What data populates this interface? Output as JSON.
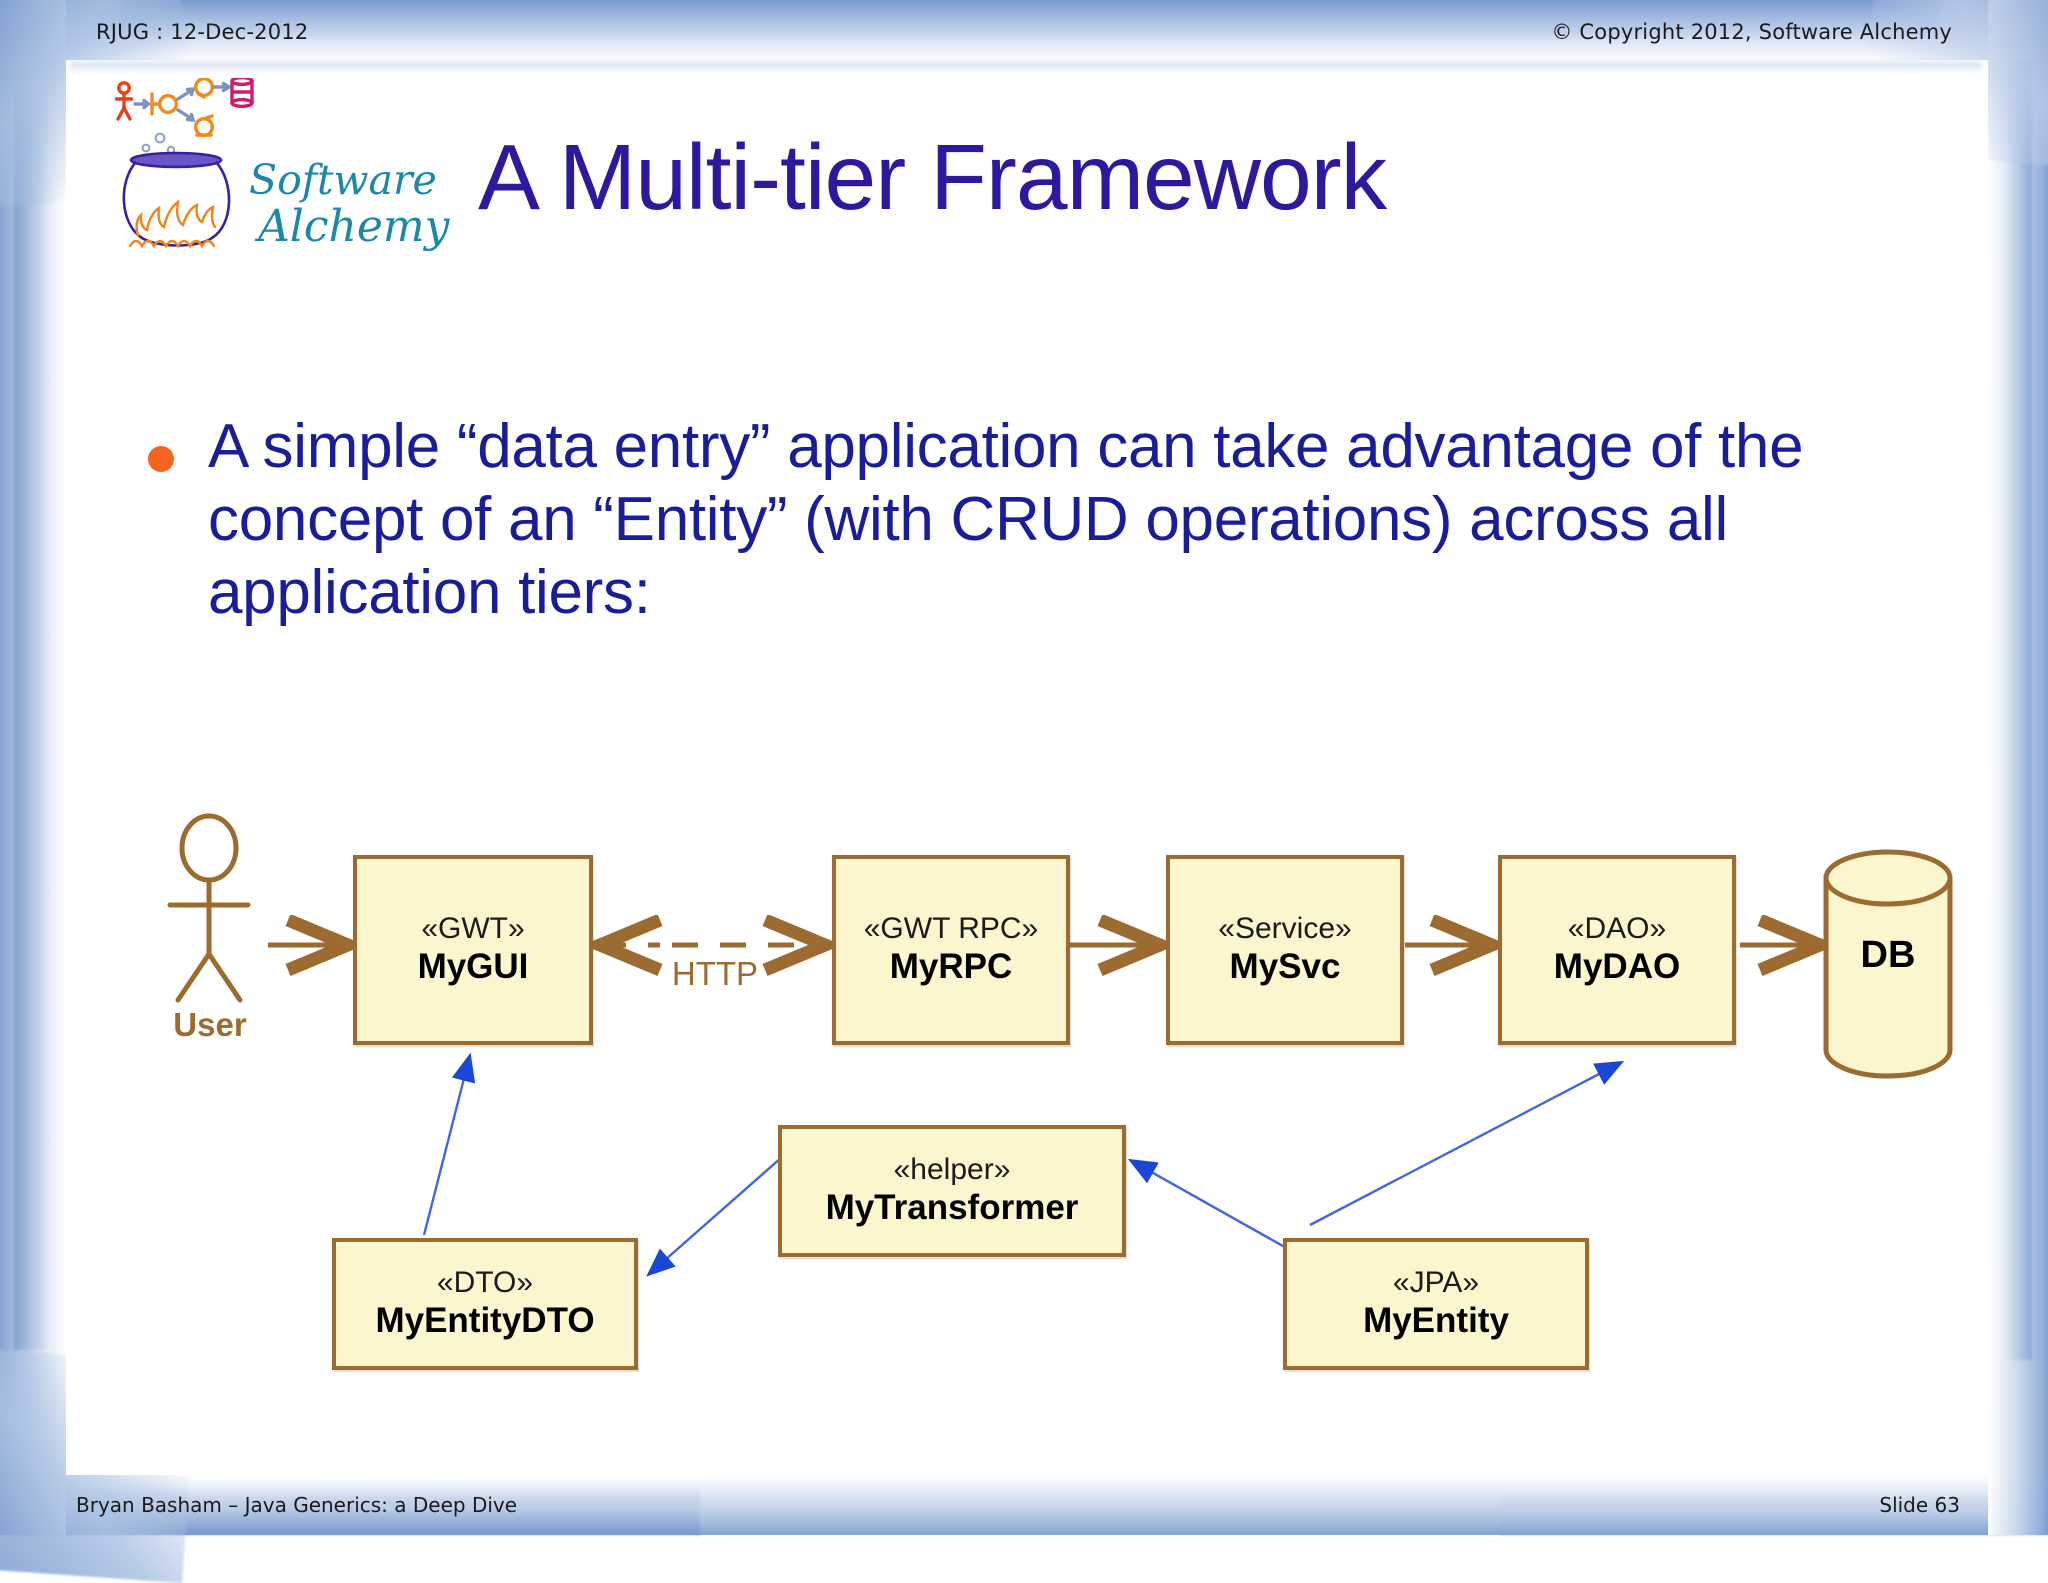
{
  "header": {
    "left": "RJUG : 12-Dec-2012",
    "right": "© Copyright 2012, Software Alchemy"
  },
  "logo": {
    "word_top": "Software",
    "word_bottom": "Alchemy",
    "alt": "software-alchemy-cauldron-logo"
  },
  "title": "A Multi-tier Framework",
  "body": {
    "bullet": "A simple “data entry” application can take advantage of the concept of an “Entity” (with CRUD operations) across all application tiers:"
  },
  "diagram": {
    "actor_label": "User",
    "http_label": "HTTP",
    "db_label": "DB",
    "nodes": [
      {
        "id": "mygui",
        "stereotype": "«GWT»",
        "name": "MyGUI"
      },
      {
        "id": "myrpc",
        "stereotype": "«GWT RPC»",
        "name": "MyRPC"
      },
      {
        "id": "mysvc",
        "stereotype": "«Service»",
        "name": "MySvc"
      },
      {
        "id": "mydao",
        "stereotype": "«DAO»",
        "name": "MyDAO"
      },
      {
        "id": "mytransformer",
        "stereotype": "«helper»",
        "name": "MyTransformer"
      },
      {
        "id": "myentitydto",
        "stereotype": "«DTO»",
        "name": "MyEntityDTO"
      },
      {
        "id": "myentity",
        "stereotype": "«JPA»",
        "name": "MyEntity"
      }
    ],
    "colors": {
      "box_fill": "#fbf6cd",
      "box_border": "#9b6b2f",
      "connector": "#9b6b2f",
      "dependency": "#2244cc"
    }
  },
  "footer": {
    "left": "Bryan Basham – Java Generics: a Deep Dive",
    "right": "Slide 63"
  },
  "theme": {
    "title_color": "#2b1a9e",
    "body_color": "#191c9b",
    "bullet_color": "#f4641e",
    "frame_color": "#7e9ed0"
  }
}
